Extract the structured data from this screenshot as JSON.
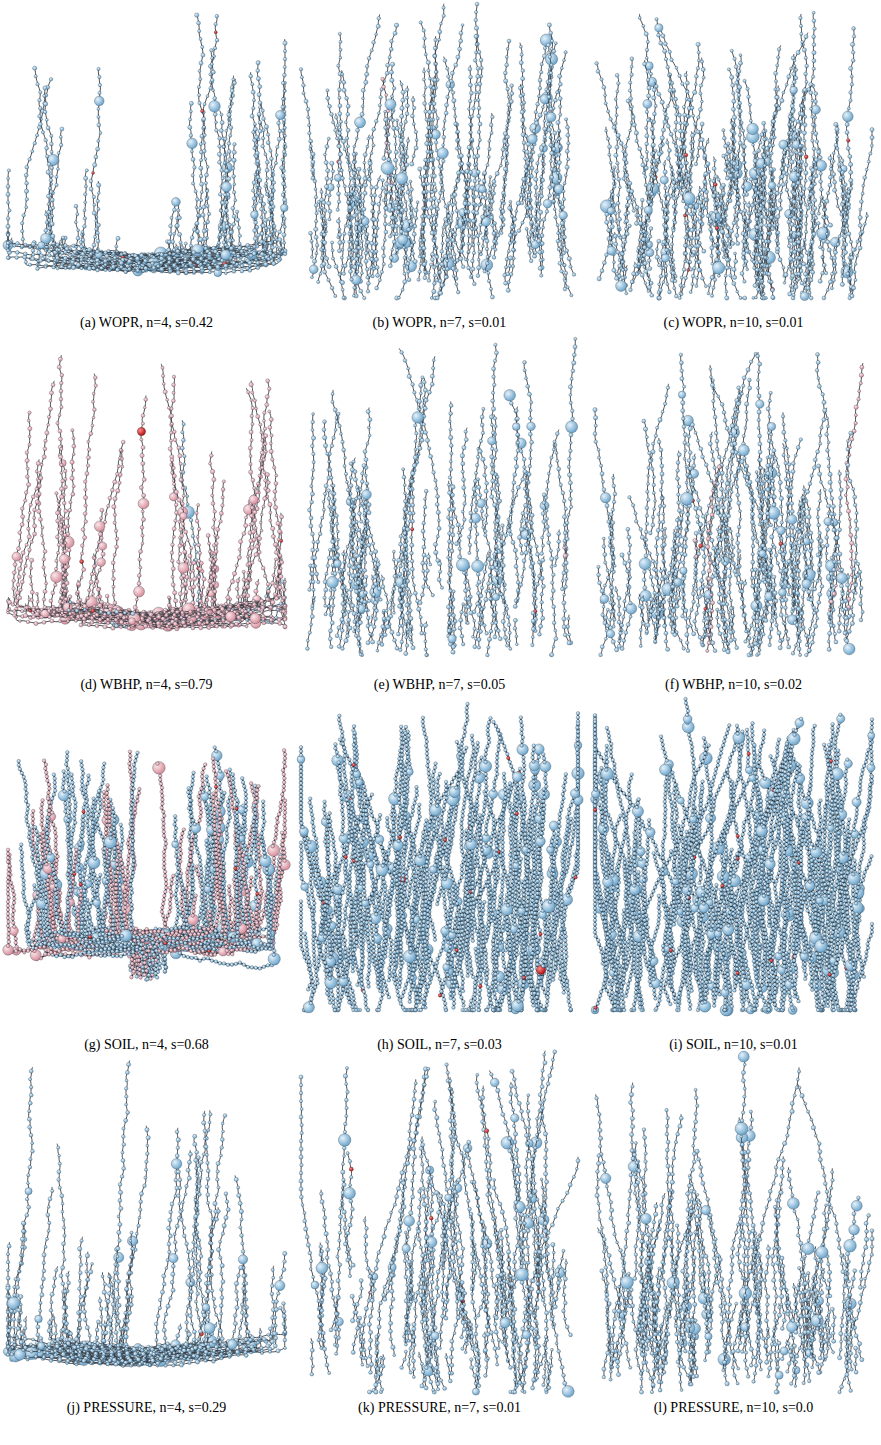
{
  "diagram": {
    "labels": [
      "(a) WOPR, n=4, s=0.42",
      "(b) WOPR, n=7, s=0.01",
      "(c) WOPR, n=10, s=0.01",
      "(d) WBHP, n=4, s=0.79",
      "(e) WBHP, n=7, s=0.05",
      "(f) WBHP, n=10, s=0.02",
      "(g) SOIL, n=4, s=0.68",
      "(h) SOIL, n=7, s=0.03",
      "(i) SOIL, n=10, s=0.01",
      "(j) PRESSURE, n=4, s=0.29",
      "(k) PRESSURE, n=7, s=0.01",
      "(l) PRESSURE, n=10, s=0.0"
    ]
  }
}
